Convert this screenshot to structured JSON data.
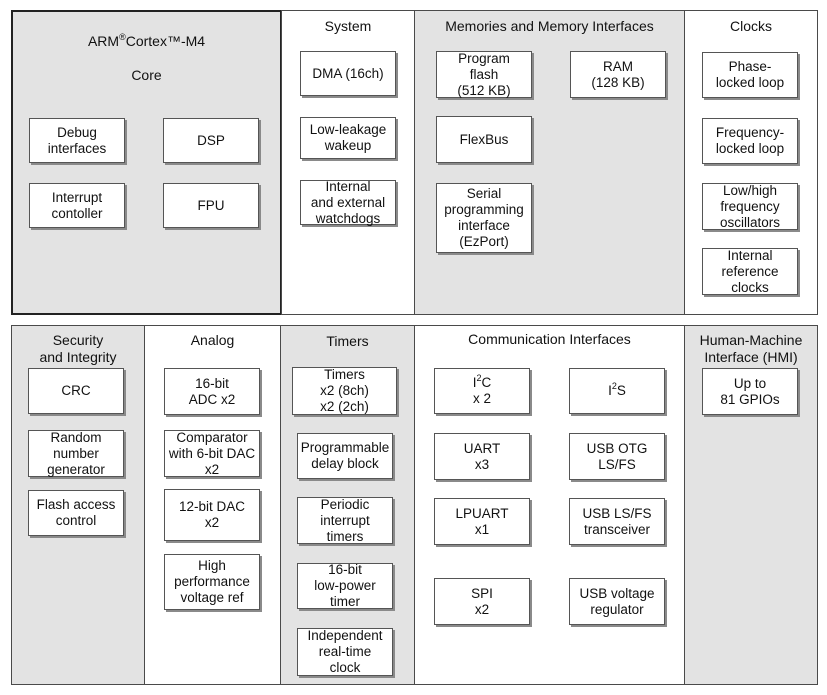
{
  "panels": {
    "core": {
      "title_pre": "ARM",
      "title_reg": "®",
      "title_post": "Cortex™-M4",
      "title_line2": "Core"
    },
    "system": {
      "title": "System"
    },
    "memories": {
      "title": "Memories and Memory Interfaces"
    },
    "clocks": {
      "title": "Clocks"
    },
    "security": {
      "title": "Security\nand Integrity"
    },
    "analog": {
      "title": "Analog"
    },
    "timers": {
      "title": "Timers"
    },
    "comm": {
      "title": "Communication Interfaces"
    },
    "hmi": {
      "title": "Human-Machine\nInterface (HMI)"
    }
  },
  "blocks": {
    "debug": "Debug\ninterfaces",
    "dsp": "DSP",
    "interrupt": "Interrupt\ncontoller",
    "fpu": "FPU",
    "dma": "DMA (16ch)",
    "lowleak": "Low-leakage\nwakeup",
    "watchdogs": "Internal\nand external\nwatchdogs",
    "progflash": "Program\nflash\n(512 KB)",
    "ram": "RAM\n(128 KB)",
    "flexbus": "FlexBus",
    "ezport": "Serial\nprogramming\ninterface\n(EzPort)",
    "pll": "Phase-\nlocked loop",
    "fll": "Frequency-\nlocked loop",
    "osc": "Low/high\nfrequency\noscillators",
    "refclk": "Internal\nreference\nclocks",
    "crc": "CRC",
    "rng": "Random\nnumber\ngenerator",
    "flashac": "Flash access\ncontrol",
    "adc": "16-bit\nADC x2",
    "comparator": "Comparator\nwith 6-bit DAC\nx2",
    "dac": "12-bit DAC\nx2",
    "vref": "High\nperformance\nvoltage ref",
    "timers_main": "Timers\nx2 (8ch)\nx2 (2ch)",
    "pdb": "Programmable\ndelay block",
    "pit": "Periodic\ninterrupt\ntimers",
    "lptimer": "16-bit\nlow-power\ntimer",
    "rtc": "Independent\nreal-time\nclock",
    "i2c": {
      "pre": "I",
      "sup": "2",
      "post": "C",
      "line2": "x 2"
    },
    "i2s": {
      "pre": "I",
      "sup": "2",
      "post": "S"
    },
    "uart": "UART\nx3",
    "usbotg": "USB OTG\nLS/FS",
    "lpuart": "LPUART\nx1",
    "usbtrans": "USB LS/FS\ntransceiver",
    "spi": "SPI\nx2",
    "usbvreg": "USB voltage\nregulator",
    "gpio": "Up to\n81 GPIOs"
  }
}
